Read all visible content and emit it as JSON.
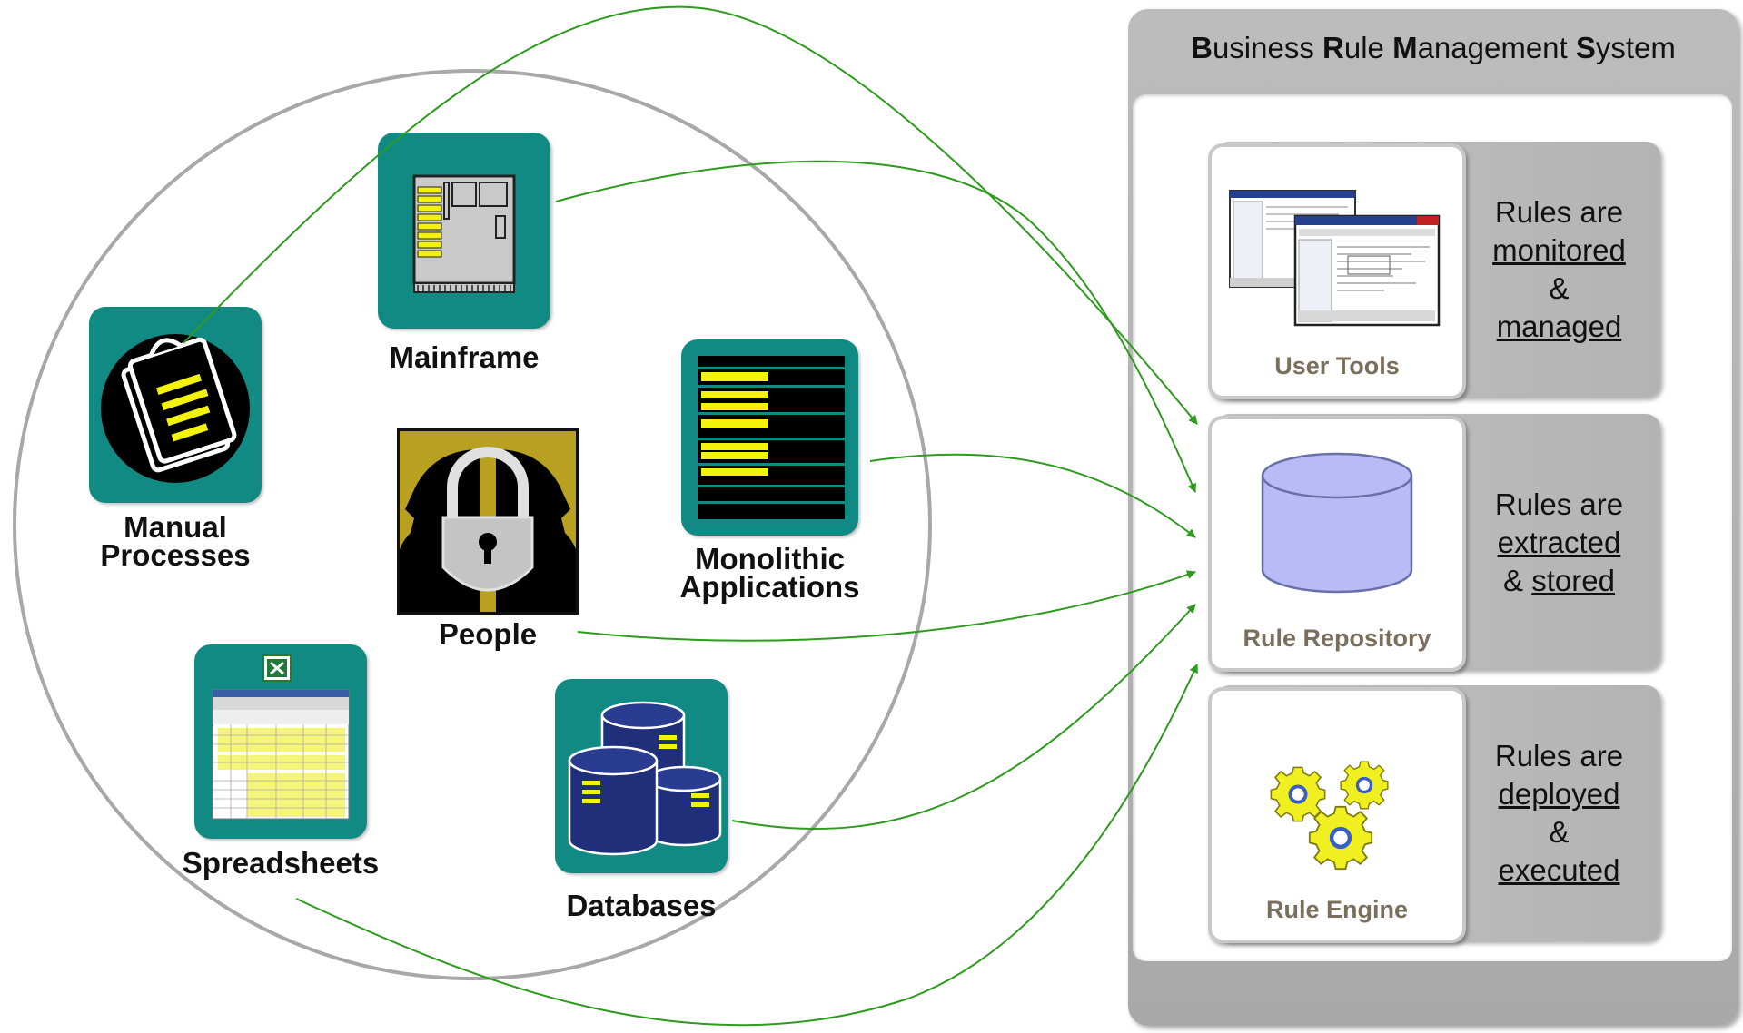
{
  "sources": {
    "mainframe": "Mainframe",
    "manual_processes_line1": "Manual",
    "manual_processes_line2": "Processes",
    "monolithic_line1": "Monolithic",
    "monolithic_line2": "Applications",
    "people": "People",
    "spreadsheets": "Spreadsheets",
    "databases": "Databases"
  },
  "brms": {
    "title": {
      "b1": "B",
      "t1": "usiness ",
      "b2": "R",
      "t2": "ule ",
      "b3": "M",
      "t3": "anagement ",
      "b4": "S",
      "t4": "ystem"
    },
    "user_tools": {
      "label": "User Tools",
      "line1": "Rules are",
      "line2": "monitored",
      "line3": "&",
      "line4": "managed"
    },
    "rule_repository": {
      "label": "Rule Repository",
      "line1": "Rules are",
      "line2": "extracted",
      "line3_amp": "& ",
      "line3_word": "stored"
    },
    "rule_engine": {
      "label": "Rule Engine",
      "line1": "Rules are",
      "line2": "deployed",
      "line3": "&",
      "line4": "executed"
    }
  },
  "colors": {
    "tile_teal": "#118a83",
    "arrow_green": "#2e9a1e",
    "highlight_yellow": "#f2f20a",
    "card_label_brown": "#7a6f5d"
  },
  "icons": [
    "clipboard-icon",
    "mainframe-icon",
    "padlock-head-icon",
    "application-list-icon",
    "spreadsheet-icon",
    "database-icon",
    "screens-icon",
    "cylinder-icon",
    "gears-icon"
  ]
}
